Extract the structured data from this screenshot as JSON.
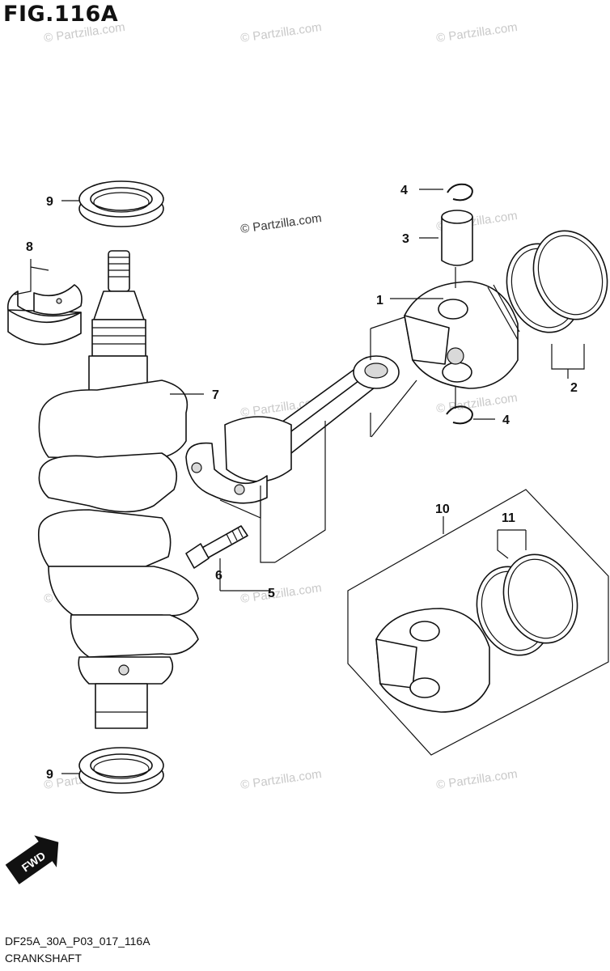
{
  "figure": {
    "title": "FIG.116A",
    "code": "DF25A_30A_P03_017_116A",
    "name": "CRANKSHAFT"
  },
  "watermark": {
    "text": "© Partzilla.com"
  },
  "fwd_label": "FWD",
  "callouts": [
    {
      "id": "callout-1",
      "label": "1"
    },
    {
      "id": "callout-2",
      "label": "2"
    },
    {
      "id": "callout-3",
      "label": "3"
    },
    {
      "id": "callout-4a",
      "label": "4"
    },
    {
      "id": "callout-4b",
      "label": "4"
    },
    {
      "id": "callout-5",
      "label": "5"
    },
    {
      "id": "callout-6",
      "label": "6"
    },
    {
      "id": "callout-7",
      "label": "7"
    },
    {
      "id": "callout-8",
      "label": "8"
    },
    {
      "id": "callout-9a",
      "label": "9"
    },
    {
      "id": "callout-9b",
      "label": "9"
    },
    {
      "id": "callout-10",
      "label": "10"
    },
    {
      "id": "callout-11",
      "label": "11"
    }
  ],
  "parts": [
    {
      "number": "1",
      "name": "piston"
    },
    {
      "number": "2",
      "name": "piston-ring-set"
    },
    {
      "number": "3",
      "name": "piston-pin"
    },
    {
      "number": "4",
      "name": "piston-pin-circlip"
    },
    {
      "number": "5",
      "name": "connecting-rod"
    },
    {
      "number": "6",
      "name": "connecting-rod-bolt"
    },
    {
      "number": "7",
      "name": "crankshaft"
    },
    {
      "number": "8",
      "name": "main-bearing"
    },
    {
      "number": "9",
      "name": "oil-seal"
    },
    {
      "number": "10",
      "name": "oversize-piston-kit"
    },
    {
      "number": "11",
      "name": "oversize-piston-ring-set"
    }
  ]
}
